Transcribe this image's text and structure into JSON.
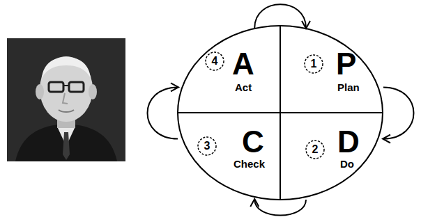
{
  "diagram": {
    "nodes": [
      {
        "text": [
          "A",
          "Act"
        ]
      },
      {
        "text": [
          "4"
        ],
        "in": 0
      },
      {
        "text": [
          "P",
          "Plan"
        ]
      },
      {
        "text": [
          "1"
        ],
        "in": 2
      },
      {
        "text": [
          "C",
          "Check"
        ]
      },
      {
        "text": [
          "3"
        ],
        "in": 4
      },
      {
        "text": [
          "D",
          "Do"
        ]
      },
      {
        "text": [
          "2"
        ],
        "in": 6
      }
    ],
    "edges": [
      {
        "from": 0,
        "to": 2,
        "arrow": "to"
      },
      {
        "from": 2,
        "to": 6,
        "arrow": "to"
      },
      {
        "from": 6,
        "to": 4,
        "arrow": "to"
      },
      {
        "from": 4,
        "to": 0,
        "arrow": "to"
      }
    ]
  }
}
